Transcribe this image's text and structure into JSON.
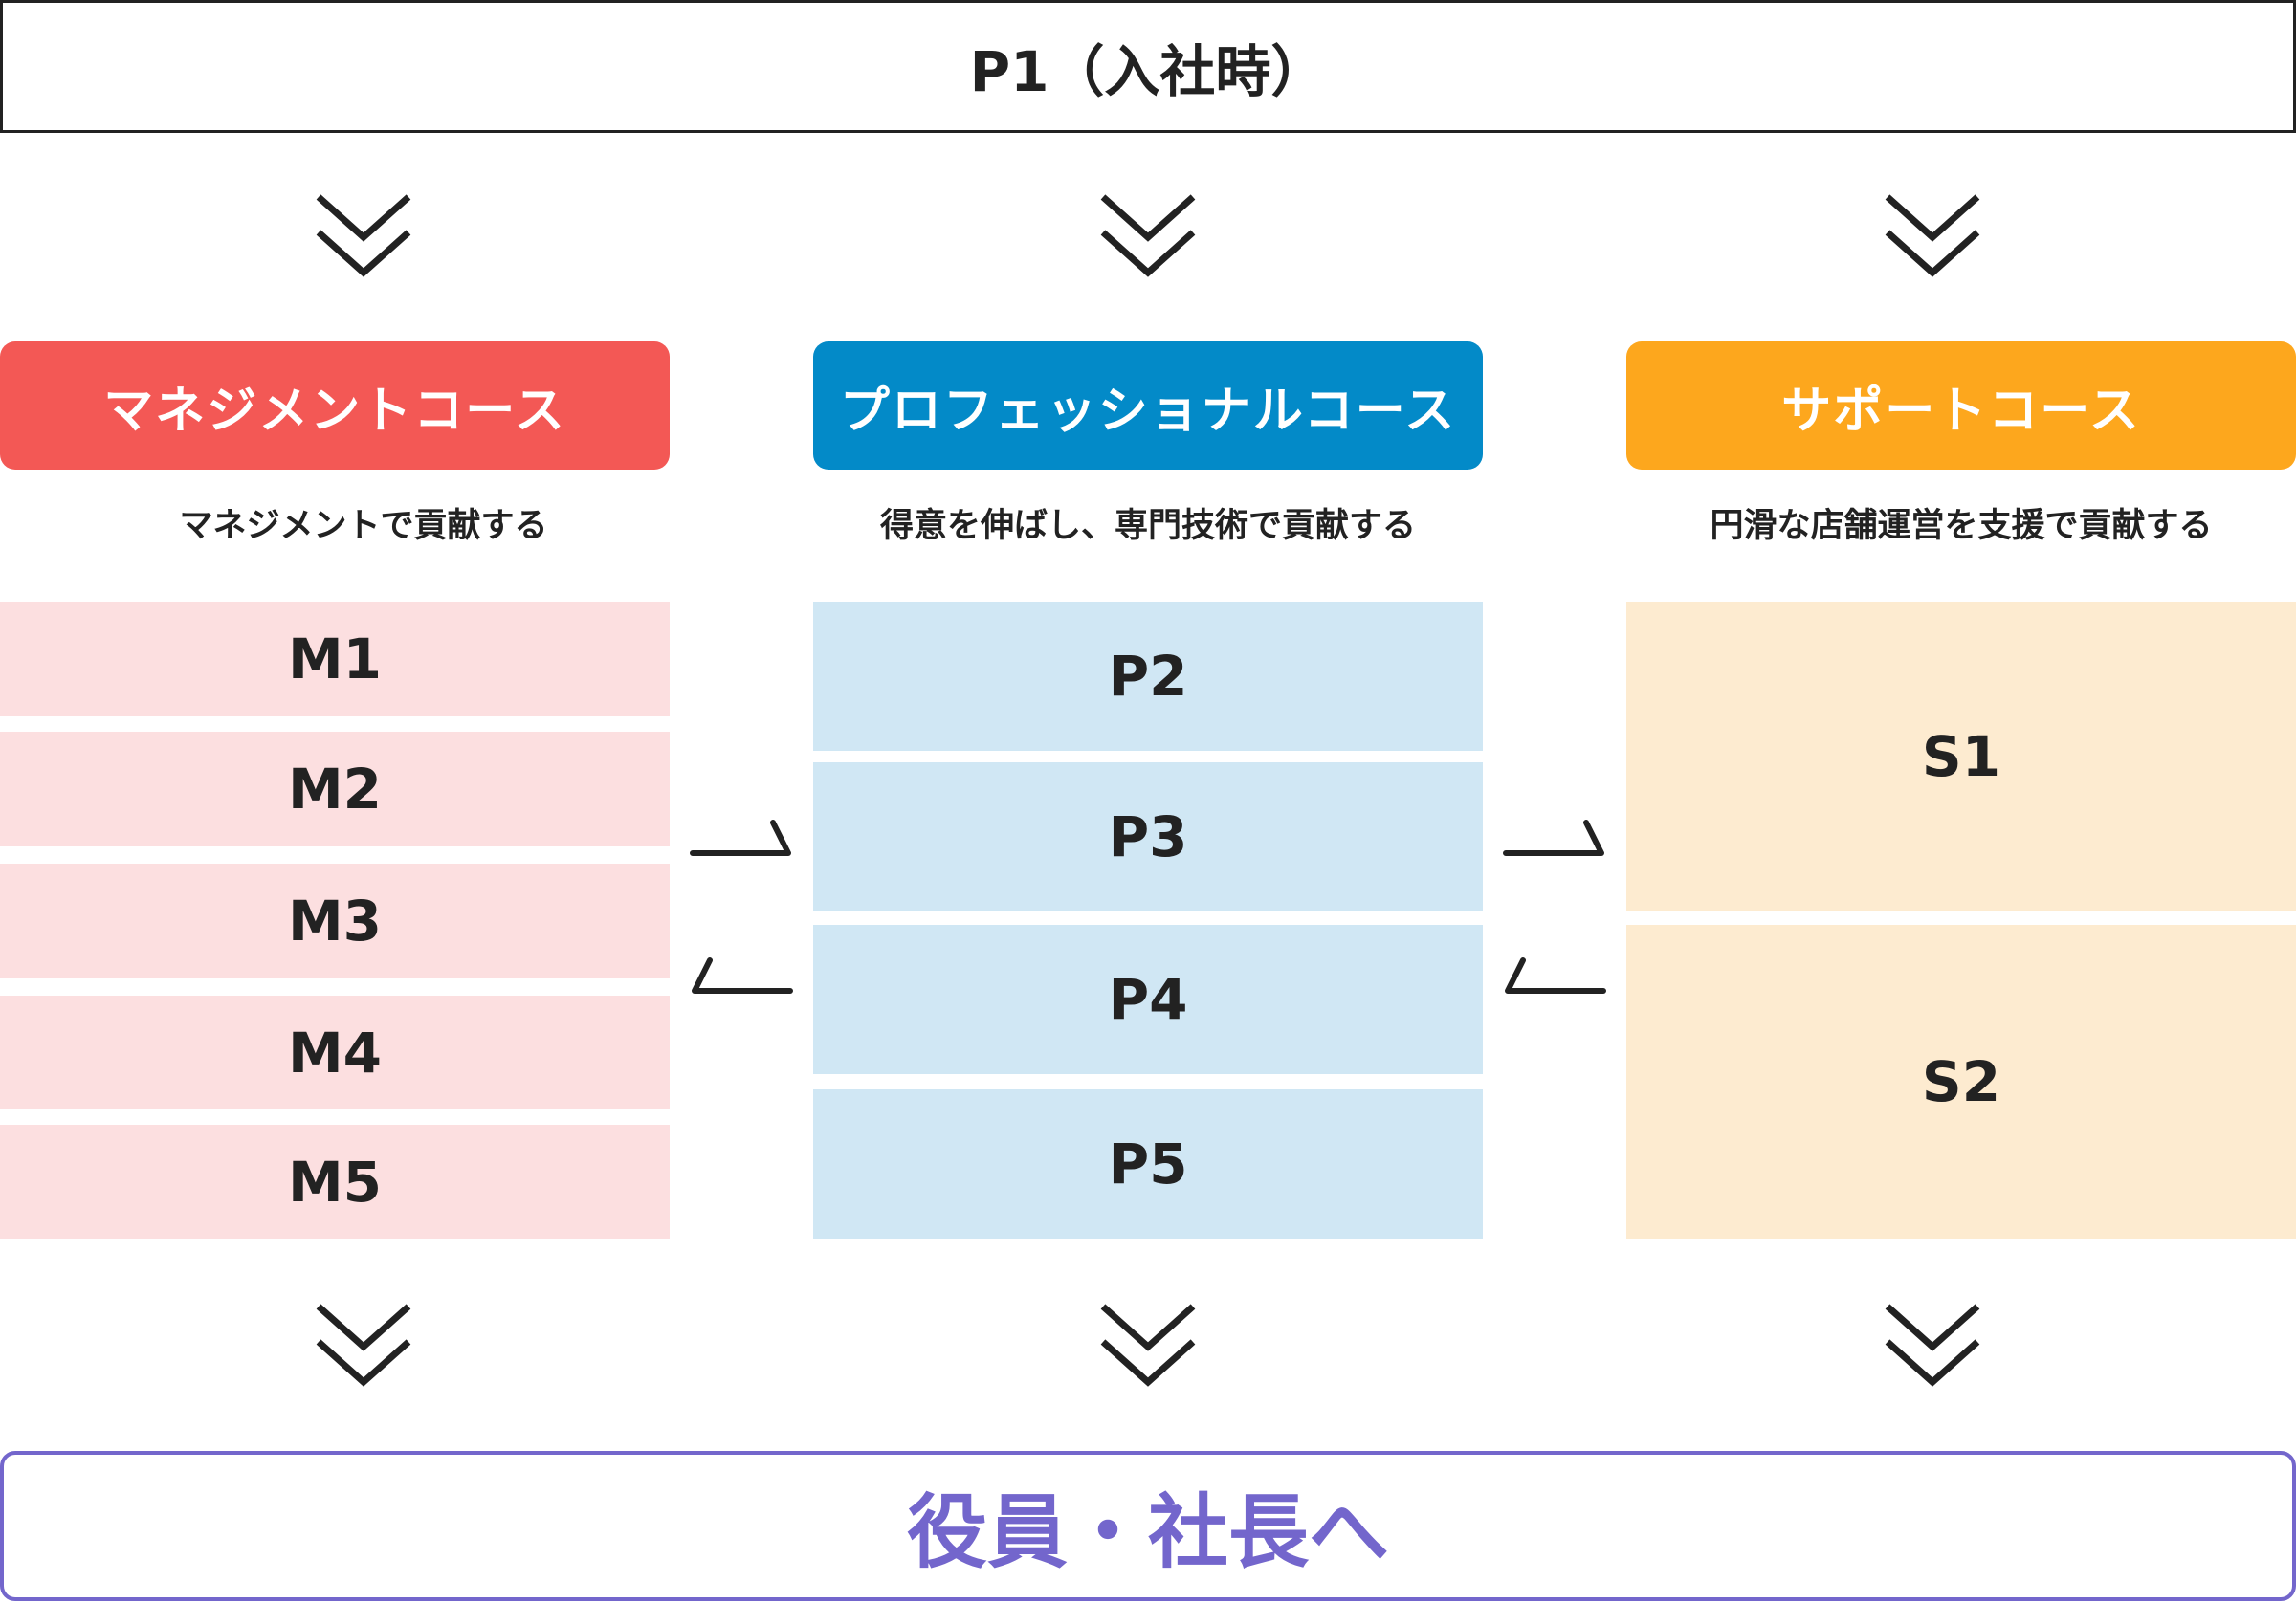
{
  "top": {
    "label": "P1（入社時）"
  },
  "columns": [
    {
      "title": "マネジメントコース",
      "subtitle": "マネジメントで貢献する",
      "color": "#f35855",
      "levels": [
        "M1",
        "M2",
        "M3",
        "M4",
        "M5"
      ]
    },
    {
      "title": "プロフェッショナルコース",
      "subtitle": "得意を伸ばし、専門技術で貢献する",
      "color": "#038ac8",
      "levels": [
        "P2",
        "P3",
        "P4",
        "P5"
      ]
    },
    {
      "title": "サポートコース",
      "subtitle": "円滑な店舗運営を支援で貢献する",
      "color": "#fda71d",
      "levels": [
        "S1",
        "S2"
      ]
    }
  ],
  "bottom": {
    "label": "役員・社長へ",
    "color": "#7366cc"
  }
}
